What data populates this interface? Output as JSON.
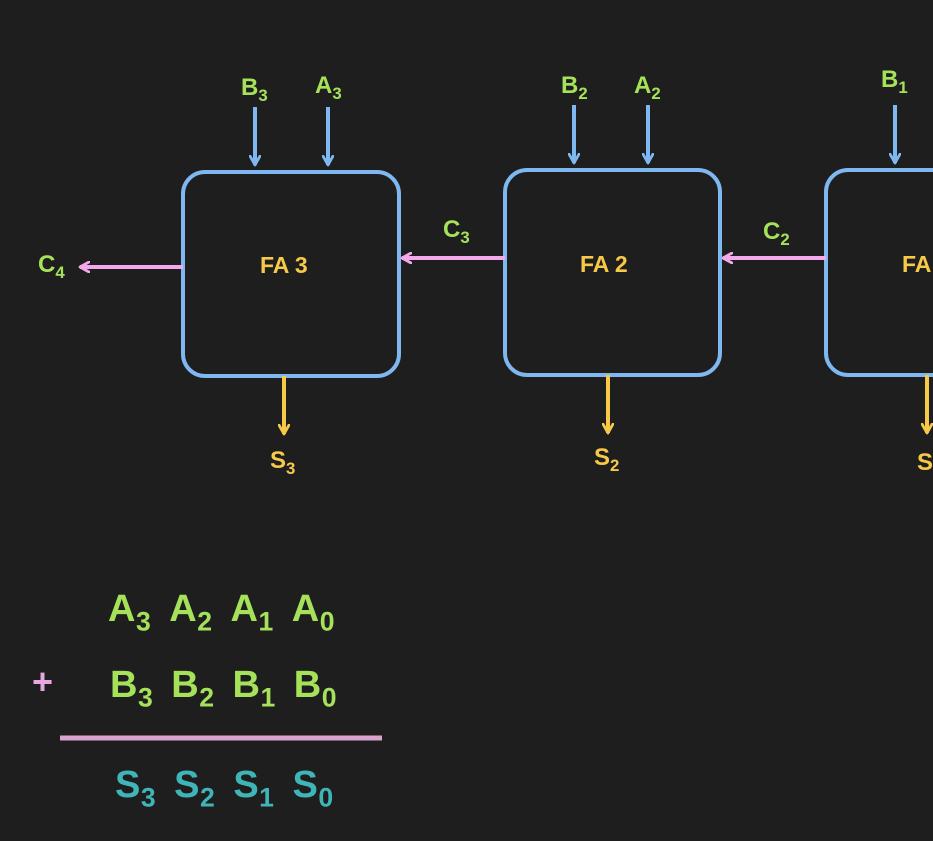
{
  "colors": {
    "background": "#1e1e1e",
    "box_border": "#7fb7f0",
    "input_arrow": "#7fb7f0",
    "carry_arrow": "#f3a8ec",
    "sum_arrow": "#f7c948",
    "input_label": "#a6e15a",
    "carry_label": "#a6e15a",
    "block_label": "#f7c948",
    "sum_label": "#f7c948",
    "result_text": "#3fb5b8",
    "divider": "#d9a2cf"
  },
  "blocks": [
    {
      "name": "FA 3",
      "inputs": [
        {
          "letter": "B",
          "sub": "3"
        },
        {
          "letter": "A",
          "sub": "3"
        }
      ],
      "sum": {
        "letter": "S",
        "sub": "3"
      },
      "carry_in": {
        "letter": "C",
        "sub": "3"
      },
      "carry_out": {
        "letter": "C",
        "sub": "4"
      }
    },
    {
      "name": "FA 2",
      "inputs": [
        {
          "letter": "B",
          "sub": "2"
        },
        {
          "letter": "A",
          "sub": "2"
        }
      ],
      "sum": {
        "letter": "S",
        "sub": "2"
      },
      "carry_in": {
        "letter": "C",
        "sub": "2"
      }
    },
    {
      "name": "FA",
      "inputs": [
        {
          "letter": "B",
          "sub": "1"
        }
      ],
      "sum": {
        "letter": "S",
        "sub": ""
      }
    }
  ],
  "equation": {
    "operand_a": [
      {
        "letter": "A",
        "sub": "3"
      },
      {
        "letter": "A",
        "sub": "2"
      },
      {
        "letter": "A",
        "sub": "1"
      },
      {
        "letter": "A",
        "sub": "0"
      }
    ],
    "operator": "+",
    "operand_b": [
      {
        "letter": "B",
        "sub": "3"
      },
      {
        "letter": "B",
        "sub": "2"
      },
      {
        "letter": "B",
        "sub": "1"
      },
      {
        "letter": "B",
        "sub": "0"
      }
    ],
    "result": [
      {
        "letter": "S",
        "sub": "3"
      },
      {
        "letter": "S",
        "sub": "2"
      },
      {
        "letter": "S",
        "sub": "1"
      },
      {
        "letter": "S",
        "sub": "0"
      }
    ]
  }
}
